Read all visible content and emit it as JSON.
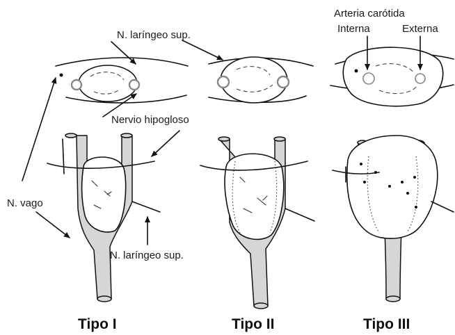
{
  "labels": {
    "n_laringeo_sup_top": "N. laríngeo sup.",
    "arteria_carotida": "Arteria carótida",
    "interna": "Interna",
    "externa": "Externa",
    "nervio_hipogloso": "Nervio hipogloso",
    "n_vago": "N. vago",
    "n_laringeo_sup_bottom": "N. laríngeo sup."
  },
  "types": [
    "Tipo I",
    "Tipo II",
    "Tipo III"
  ],
  "colors": {
    "vessel_fill": "#d6d6d6",
    "stroke": "#111111",
    "ring": "#888888"
  }
}
